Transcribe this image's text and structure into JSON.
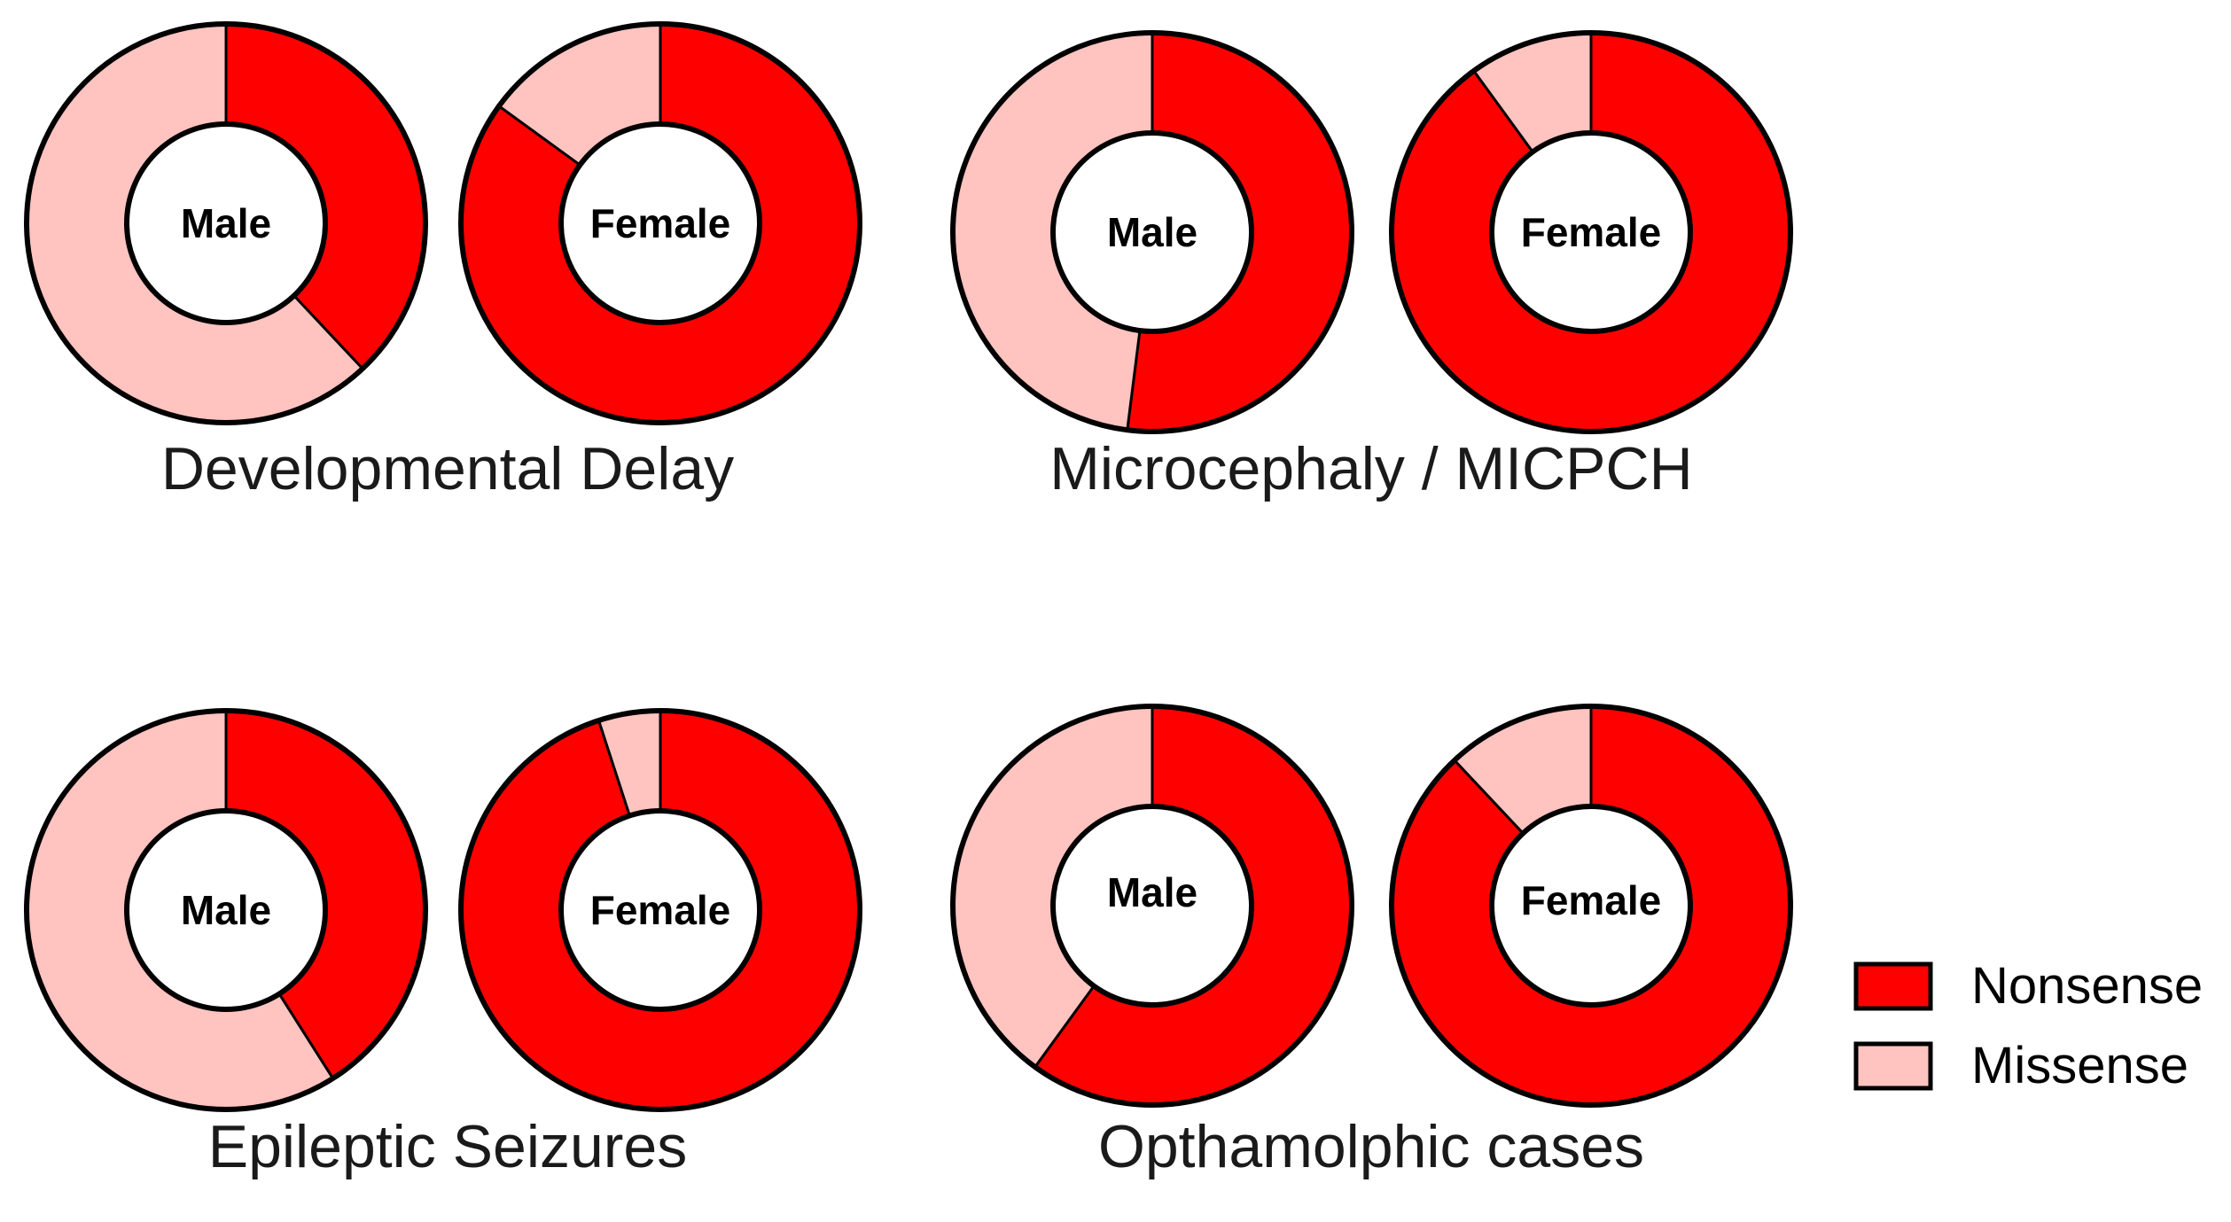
{
  "chart_data": {
    "type": "pie",
    "legend": {
      "placement": "bottom-right",
      "entries": [
        {
          "label": "Nonsense",
          "color": "#ff0000"
        },
        {
          "label": "Missense",
          "color": "#ffc3c0"
        }
      ]
    },
    "colors": {
      "nonsense": "#ff0000",
      "missense": "#ffc3c0",
      "outline": "#000000"
    },
    "panels": [
      {
        "title": "Developmental Delay",
        "charts": [
          {
            "center_label": "Male",
            "nonsense": 0.38,
            "missense": 0.62
          },
          {
            "center_label": "Female",
            "nonsense": 0.85,
            "missense": 0.15
          }
        ]
      },
      {
        "title": "Microcephaly / MICPCH",
        "charts": [
          {
            "center_label": "Male",
            "nonsense": 0.52,
            "missense": 0.48
          },
          {
            "center_label": "Female",
            "nonsense": 0.9,
            "missense": 0.1
          }
        ]
      },
      {
        "title": "Epileptic Seizures",
        "charts": [
          {
            "center_label": "Male",
            "nonsense": 0.41,
            "missense": 0.59
          },
          {
            "center_label": "Female",
            "nonsense": 0.95,
            "missense": 0.05
          }
        ]
      },
      {
        "title": "Opthamolphic cases",
        "charts": [
          {
            "center_label": "Male",
            "nonsense": 0.6,
            "missense": 0.4
          },
          {
            "center_label": "Female",
            "nonsense": 0.88,
            "missense": 0.12
          }
        ]
      }
    ]
  }
}
